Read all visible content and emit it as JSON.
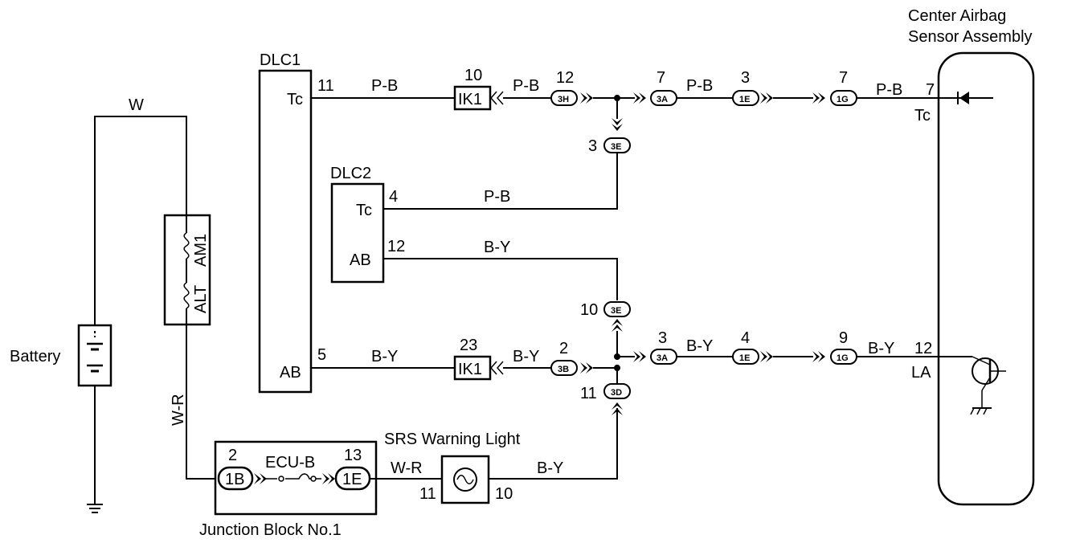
{
  "components": {
    "battery": "Battery",
    "fuse_am1": "AM1",
    "fuse_alt": "ALT",
    "dlc1": "DLC1",
    "dlc2": "DLC2",
    "airbag_sensor_line1": "Center Airbag",
    "airbag_sensor_line2": "Sensor Assembly",
    "srs_warning_light": "SRS Warning Light",
    "junction_block": "Junction Block No.1",
    "ecu_b_fuse": "ECU-B"
  },
  "terminals": {
    "dlc1_tc": "Tc",
    "dlc1_ab": "AB",
    "dlc2_tc": "Tc",
    "dlc2_ab": "AB",
    "sensor_tc": "Tc",
    "sensor_la": "LA"
  },
  "wire_colors": {
    "w": "W",
    "w_r_vertical": "W-R",
    "w_r_junction": "W-R",
    "pb_dlc1": "P-B",
    "pb_ik1": "P-B",
    "pb_3a": "P-B",
    "pb_1g": "P-B",
    "pb_dlc2": "P-B",
    "by_dlc2": "B-Y",
    "by_dlc1": "B-Y",
    "by_ik1": "B-Y",
    "by_3a": "B-Y",
    "by_1g": "B-Y",
    "by_light": "B-Y"
  },
  "pins": {
    "dlc1_tc": "11",
    "ik1_top": "10",
    "c3h": "12",
    "c3a_top": "7",
    "c1e_top": "3",
    "c1g_top": "7",
    "sensor_tc": "7",
    "c3e_top": "3",
    "dlc2_tc": "4",
    "dlc2_ab": "12",
    "c3e_bottom": "10",
    "dlc1_ab": "5",
    "ik1_bottom": "23",
    "c3b": "2",
    "c3a_bottom": "3",
    "c1e_bottom": "4",
    "c1g_bottom": "9",
    "sensor_la": "12",
    "c3d": "11",
    "jb_1b": "2",
    "jb_1e": "13",
    "light_in": "11",
    "light_out": "10"
  },
  "connectors": {
    "ik1_top": "IK1",
    "ik1_bottom": "IK1",
    "c3h": "3H",
    "c3a_top": "3A",
    "c1e_top": "1E",
    "c1g_top": "1G",
    "c3e_top": "3E",
    "c3e_bottom": "3E",
    "c3b": "3B",
    "c3a_bottom": "3A",
    "c1e_bottom": "1E",
    "c1g_bottom": "1G",
    "c3d": "3D",
    "jb_1b": "1B",
    "jb_1e": "1E"
  }
}
